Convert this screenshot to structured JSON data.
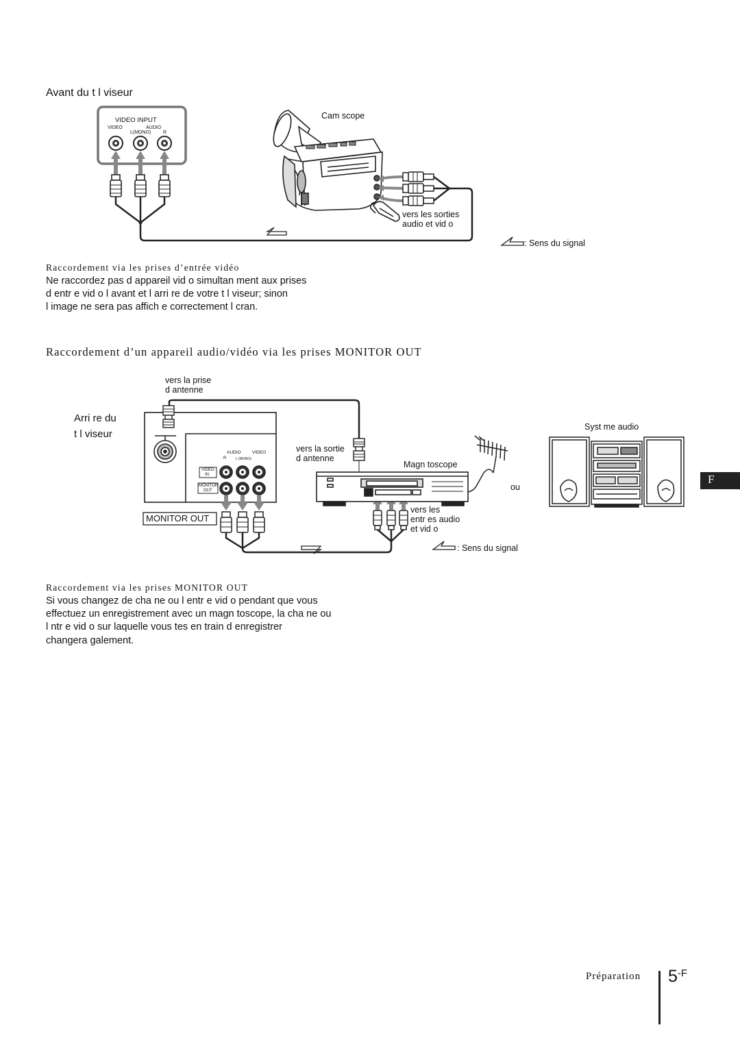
{
  "section1": {
    "title": "Avant du t l viseur",
    "jack_panel": {
      "title": "VIDEO INPUT",
      "video": "VIDEO",
      "audio": "AUDIO",
      "lmono": "L(MONO)",
      "r": "R"
    },
    "camcorder_label": "Cam scope",
    "outputs_label_1": "vers les sorties",
    "outputs_label_2": "audio et vid o",
    "signal_legend": ": Sens du signal",
    "note_title": "Raccordement via les prises d’entrée vidéo",
    "note_lines": [
      "Ne raccordez pas d appareil vid o simultan ment aux prises",
      "d entr e vid o   l avant et   l arri re de votre t l viseur; sinon",
      "l image ne sera pas affich e correctement   l cran."
    ]
  },
  "section2": {
    "heading": "Raccordement d’un appareil audio/vidéo via les prises MONITOR OUT",
    "antenna_in_1": "vers la prise",
    "antenna_in_2": "d antenne",
    "tv_rear_1": "Arri re du",
    "tv_rear_2": "t l viseur",
    "rear_panel": {
      "audio": "AUDIO",
      "video": "VIDEO",
      "r": "R",
      "lmono": "L (MONO)",
      "video_in_1": "VIDEO",
      "video_in_2": "IN",
      "monitor_out_1": "MONITOR",
      "monitor_out_2": "OUT"
    },
    "monitor_out_label": "MONITOR OUT",
    "antenna_out_1": "vers la sortie",
    "antenna_out_2": "d antenne",
    "vcr_label": "Magn toscope",
    "or_label": "ou",
    "audio_system_label": "Syst me audio",
    "inputs_1": "vers les",
    "inputs_2": "entr es audio",
    "inputs_3": "et vid o",
    "signal_legend": ": Sens du signal",
    "note_title": "Raccordement via les prises MONITOR OUT",
    "note_lines": [
      "Si vous changez de cha ne ou l entr e vid o pendant que vous",
      "effectuez un enregistrement avec un magn toscope, la cha ne ou",
      "l ntr e vid o sur laquelle vous  tes en train d enregistrer",
      "changera  galement."
    ]
  },
  "tab_letter": "F",
  "footer": {
    "section_name": "Préparation",
    "page_number": "5",
    "page_suffix": "-F"
  }
}
